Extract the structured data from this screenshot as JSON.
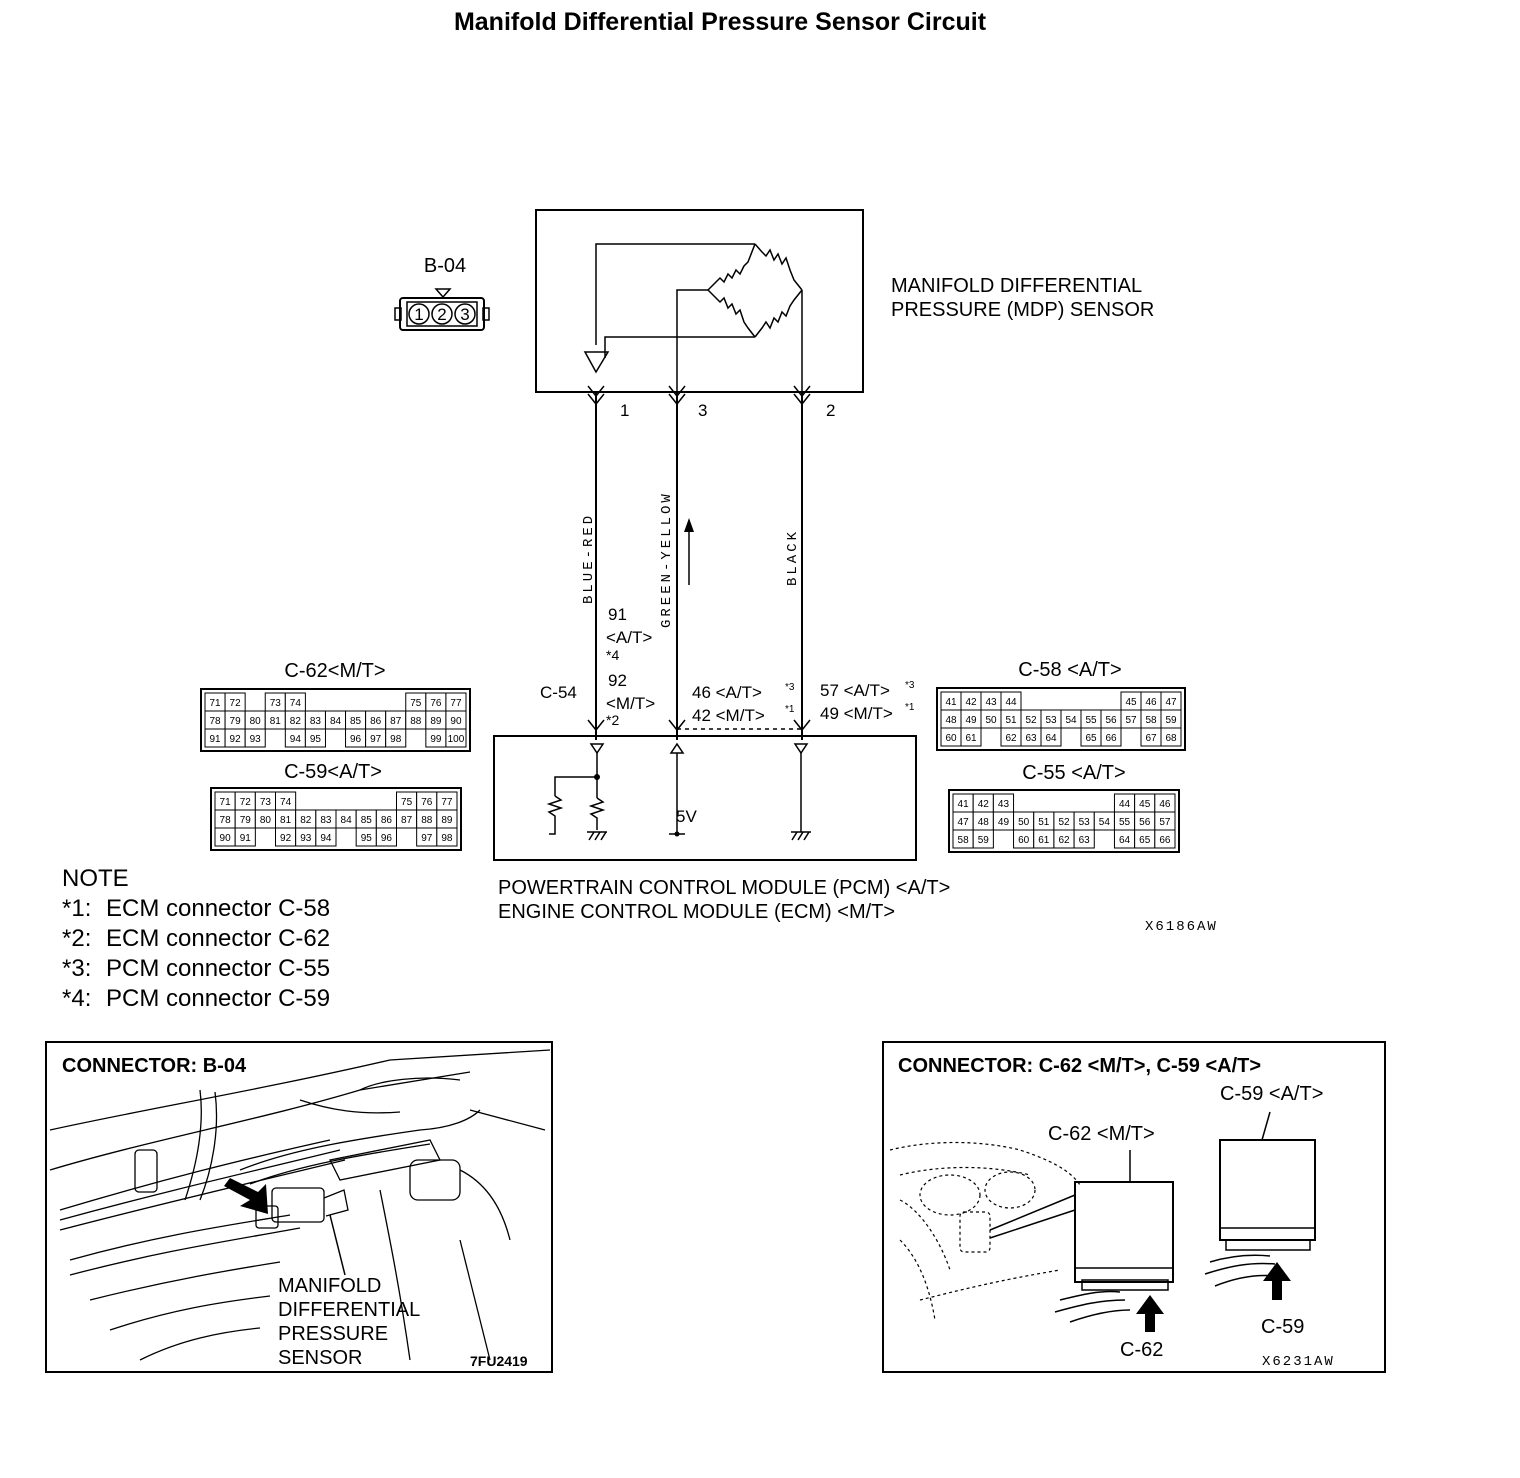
{
  "title": "Manifold Differential Pressure Sensor Circuit",
  "sensor": {
    "label_line1": "MANIFOLD DIFFERENTIAL",
    "label_line2": "PRESSURE (MDP) SENSOR",
    "connector": "B-04",
    "connector_pins": [
      "1",
      "2",
      "3"
    ]
  },
  "wires": [
    {
      "terminal": "1",
      "color": "BLUE-RED"
    },
    {
      "terminal": "3",
      "color": "GREEN-YELLOW"
    },
    {
      "terminal": "2",
      "color": "BLACK"
    }
  ],
  "pins": {
    "wire1_at": "91",
    "wire1_at_tag": "<A/T>",
    "wire1_at_star": "*4",
    "wire1_mt": "92",
    "wire1_mt_tag": "<M/T>",
    "wire1_mt_star": "*2",
    "wire3_at": "46 <A/T>",
    "wire3_at_star": "*3",
    "wire3_mt": "42 <M/T>",
    "wire3_mt_star": "*1",
    "wire2_at": "57 <A/T>",
    "wire2_at_star": "*3",
    "wire2_mt": "49 <M/T>",
    "wire2_mt_star": "*1",
    "pcm_connector": "C-54"
  },
  "pcm": {
    "label_line1": "POWERTRAIN CONTROL MODULE (PCM) <A/T>",
    "label_line2": "ENGINE CONTROL MODULE (ECM) <M/T>",
    "voltage": "5V"
  },
  "connectors": {
    "c62": {
      "title": "C-62<M/T>",
      "rows": [
        [
          "71",
          "72",
          "",
          "73",
          "74",
          "",
          "",
          "",
          "",
          "",
          "75",
          "76",
          "77"
        ],
        [
          "78",
          "79",
          "80",
          "81",
          "82",
          "83",
          "84",
          "85",
          "86",
          "87",
          "88",
          "89",
          "90"
        ],
        [
          "91",
          "92",
          "93",
          "",
          "94",
          "95",
          "",
          "96",
          "97",
          "98",
          "",
          "99",
          "100"
        ]
      ]
    },
    "c59": {
      "title": "C-59<A/T>",
      "rows": [
        [
          "71",
          "72",
          "73",
          "74",
          "",
          "",
          "",
          "",
          "",
          "75",
          "76",
          "77"
        ],
        [
          "78",
          "79",
          "80",
          "81",
          "82",
          "83",
          "84",
          "85",
          "86",
          "87",
          "88",
          "89"
        ],
        [
          "90",
          "91",
          "",
          "92",
          "93",
          "94",
          "",
          "95",
          "96",
          "",
          "97",
          "98"
        ]
      ]
    },
    "c58": {
      "title": "C-58 <A/T>",
      "rows": [
        [
          "41",
          "42",
          "43",
          "44",
          "",
          "",
          "",
          "",
          "",
          "45",
          "46",
          "47"
        ],
        [
          "48",
          "49",
          "50",
          "51",
          "52",
          "53",
          "54",
          "55",
          "56",
          "57",
          "58",
          "59"
        ],
        [
          "60",
          "61",
          "",
          "62",
          "63",
          "64",
          "",
          "65",
          "66",
          "",
          "67",
          "68"
        ]
      ]
    },
    "c55": {
      "title": "C-55 <A/T>",
      "rows": [
        [
          "41",
          "42",
          "43",
          "",
          "",
          "",
          "",
          "",
          "44",
          "45",
          "46"
        ],
        [
          "47",
          "48",
          "49",
          "50",
          "51",
          "52",
          "53",
          "54",
          "55",
          "56",
          "57"
        ],
        [
          "58",
          "59",
          "",
          "60",
          "61",
          "62",
          "63",
          "",
          "64",
          "65",
          "66"
        ]
      ]
    }
  },
  "figure_code_main": "X6186AW",
  "note": {
    "heading": "NOTE",
    "items": [
      {
        "mark": "*1:",
        "text": "ECM  connector  C-58"
      },
      {
        "mark": "*2:",
        "text": "ECM  connector  C-62"
      },
      {
        "mark": "*3:",
        "text": "PCM  connector  C-55"
      },
      {
        "mark": "*4:",
        "text": "PCM  connector  C-59"
      }
    ]
  },
  "panel_left": {
    "title": "CONNECTOR:  B-04",
    "label_lines": [
      "MANIFOLD",
      "DIFFERENTIAL",
      "PRESSURE",
      "SENSOR"
    ],
    "code": "7FU2419"
  },
  "panel_right": {
    "title": "CONNECTOR:  C-62  <M/T>,  C-59  <A/T>",
    "c59_label": "C-59 <A/T>",
    "c62_label": "C-62 <M/T>",
    "c62_arrow": "C-62",
    "c59_arrow": "C-59",
    "code": "X6231AW"
  }
}
